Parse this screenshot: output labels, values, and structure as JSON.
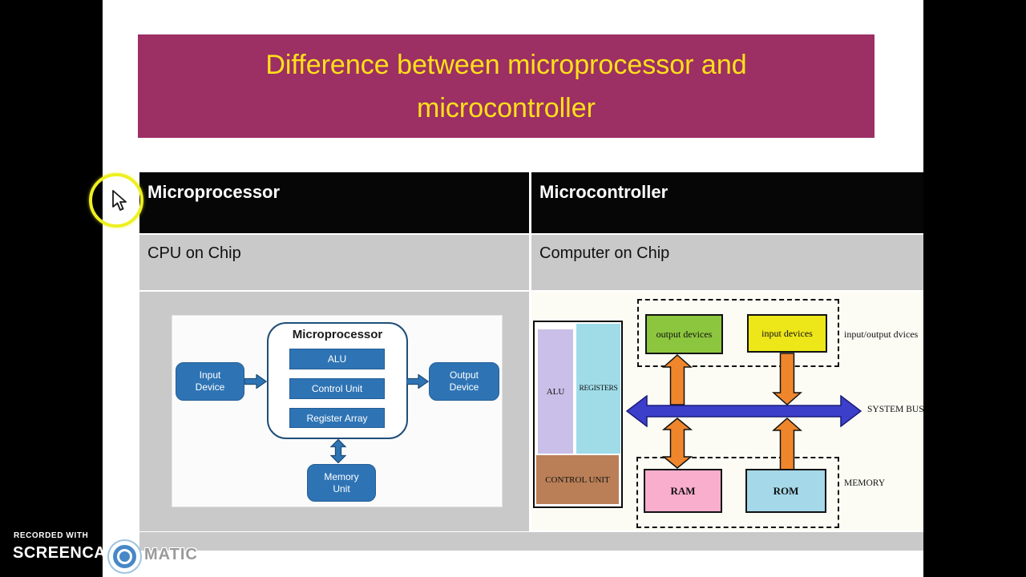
{
  "banner": {
    "line1": "Difference between microprocessor and",
    "line2": "microcontroller"
  },
  "table": {
    "col1_header": "Microprocessor",
    "col2_header": "Microcontroller",
    "col1_row1": "CPU on Chip",
    "col2_row1": "Computer on Chip"
  },
  "microprocessor_diagram": {
    "title": "Microprocessor",
    "blocks": {
      "alu": "ALU",
      "control_unit": "Control Unit",
      "register_array": "Register Array"
    },
    "input_device_line1": "Input",
    "input_device_line2": "Device",
    "output_device_line1": "Output",
    "output_device_line2": "Device",
    "memory_unit_line1": "Memory",
    "memory_unit_line2": "Unit"
  },
  "microcontroller_diagram": {
    "alu": "ALU",
    "registers": "REGISTERS",
    "control_unit": "CONTROL UNIT",
    "output_devices": "output devices",
    "input_devices": "input devices",
    "io_group_label": "input/output dvices",
    "system_bus_label": "SYSTEM BUS",
    "ram": "RAM",
    "rom": "ROM",
    "memory_group_label": "MEMORY"
  },
  "watermark": {
    "recorded_with": "RECORDED WITH",
    "brand_left": "SCREENCAST",
    "brand_right": "MATIC"
  },
  "colors": {
    "banner_bg": "#9C2F63",
    "title_text": "#FFE01A",
    "header_bg": "#060606",
    "row_gray": "#C9C9C9",
    "mp_blue": "#2E74B5",
    "mp_border": "#1F4E79",
    "mc_lavender": "#C9BFE8",
    "mc_cyan": "#9FDCE8",
    "mc_brown": "#BA7F57",
    "mc_green": "#8CC63E",
    "mc_yellow": "#EDE619",
    "mc_pink": "#F9AECE",
    "mc_rom_blue": "#A5D8E8",
    "mc_orange": "#F0862B",
    "mc_bus_blue": "#3B3FC9",
    "highlight_ring": "#EDF01F",
    "logo_blue": "#4788C7"
  }
}
